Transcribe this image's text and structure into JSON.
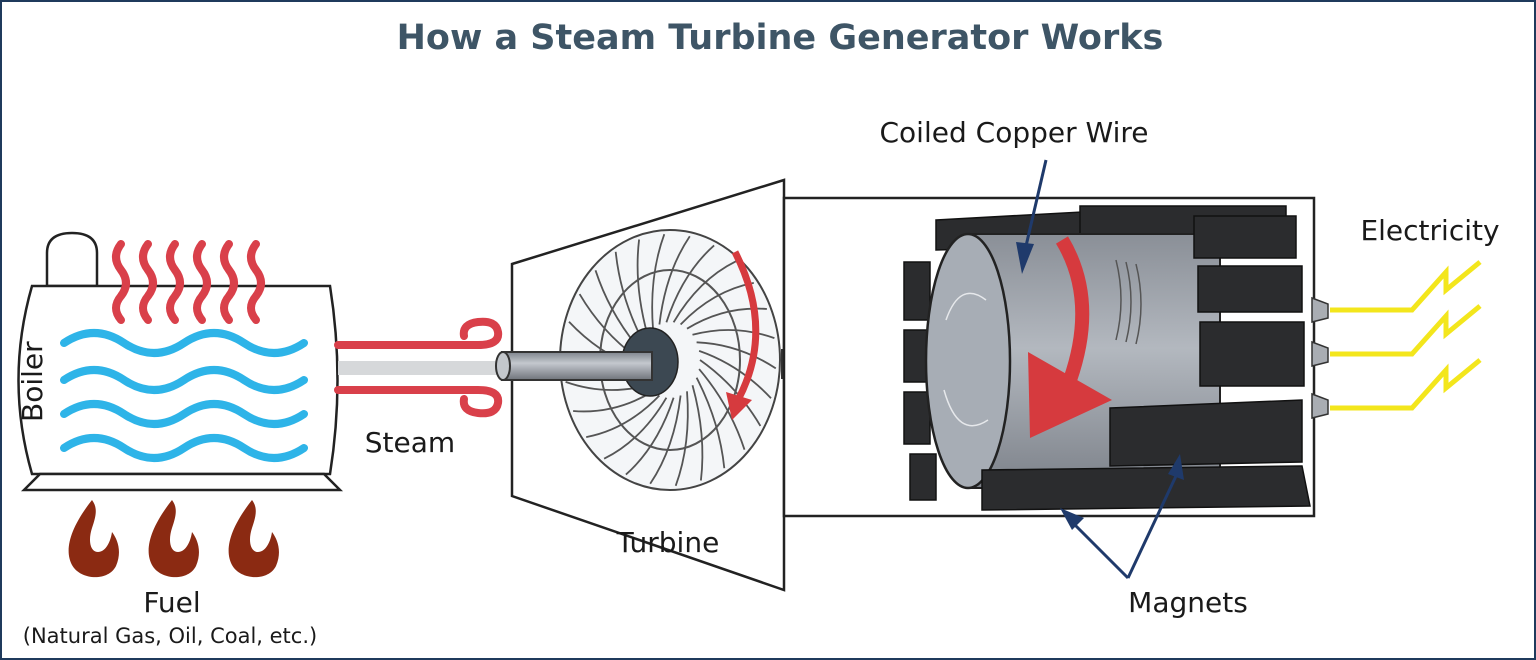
{
  "title": "How a Steam Turbine Generator Works",
  "labels": {
    "boiler": "Boiler",
    "steam": "Steam",
    "turbine": "Turbine",
    "coiled_copper_wire": "Coiled Copper Wire",
    "electricity": "Electricity",
    "magnets": "Magnets",
    "fuel": "Fuel",
    "fuel_examples": "(Natural Gas, Oil, Coal, etc.)"
  },
  "colors": {
    "frame": "#1f3a5c",
    "title": "#3e5566",
    "heat": "#d9404a",
    "water": "#2eb4e8",
    "flame": "#8b2a12",
    "rotation_arrow": "#d63a3e",
    "electricity": "#f3e61c",
    "pointer_arrow": "#1f3a6b",
    "magnet": "#2b2c2e"
  },
  "icons": [
    "flame-icon",
    "steam-wave-icon",
    "water-wave-icon",
    "rotation-arrow-icon",
    "lightning-icon"
  ]
}
